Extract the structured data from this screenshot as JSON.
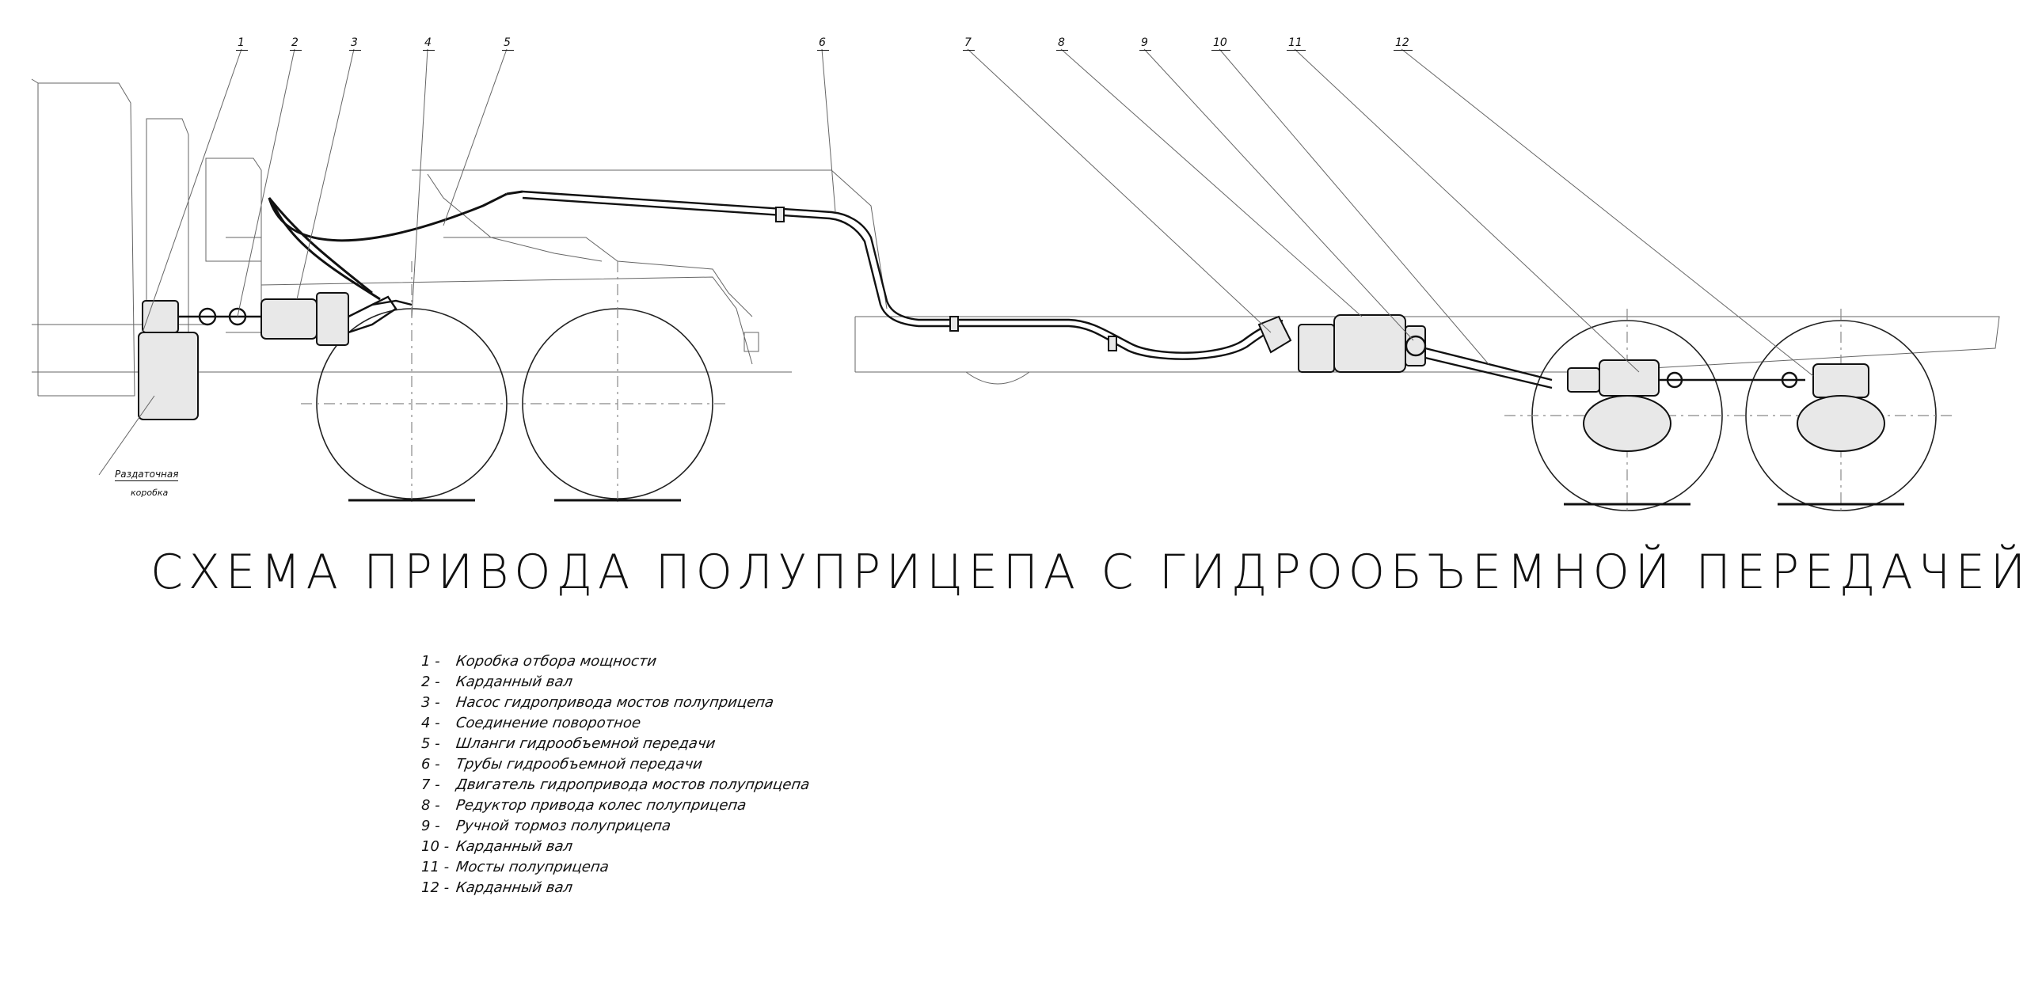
{
  "title": "СХЕМА ПРИВОДА ПОЛУПРИЦЕПА С ГИДРООБЪЕМНОЙ ПЕРЕДАЧЕЙ",
  "callouts": [
    "1",
    "2",
    "3",
    "4",
    "5",
    "6",
    "7",
    "8",
    "9",
    "10",
    "11",
    "12"
  ],
  "transfer_case_label": [
    "Раздаточная",
    "коробка"
  ],
  "legend": [
    {
      "num": "1 -",
      "text": "Коробка отбора мощности"
    },
    {
      "num": "2 -",
      "text": "Карданный вал"
    },
    {
      "num": "3 -",
      "text": "Насос гидропривода мостов полуприцепа"
    },
    {
      "num": "4 -",
      "text": "Соединение поворотное"
    },
    {
      "num": "5 -",
      "text": "Шланги гидрообъемной передачи"
    },
    {
      "num": "6 -",
      "text": "Трубы гидрообъемной передачи"
    },
    {
      "num": "7 -",
      "text": "Двигатель гидропривода мостов полуприцепа"
    },
    {
      "num": "8 -",
      "text": "Редуктор привода колес полуприцепа"
    },
    {
      "num": "9 -",
      "text": "Ручной тормоз полуприцепа"
    },
    {
      "num": "10 -",
      "text": "Карданный вал"
    },
    {
      "num": "11 -",
      "text": "Мосты полуприцепа"
    },
    {
      "num": "12 -",
      "text": "Карданный вал"
    }
  ]
}
